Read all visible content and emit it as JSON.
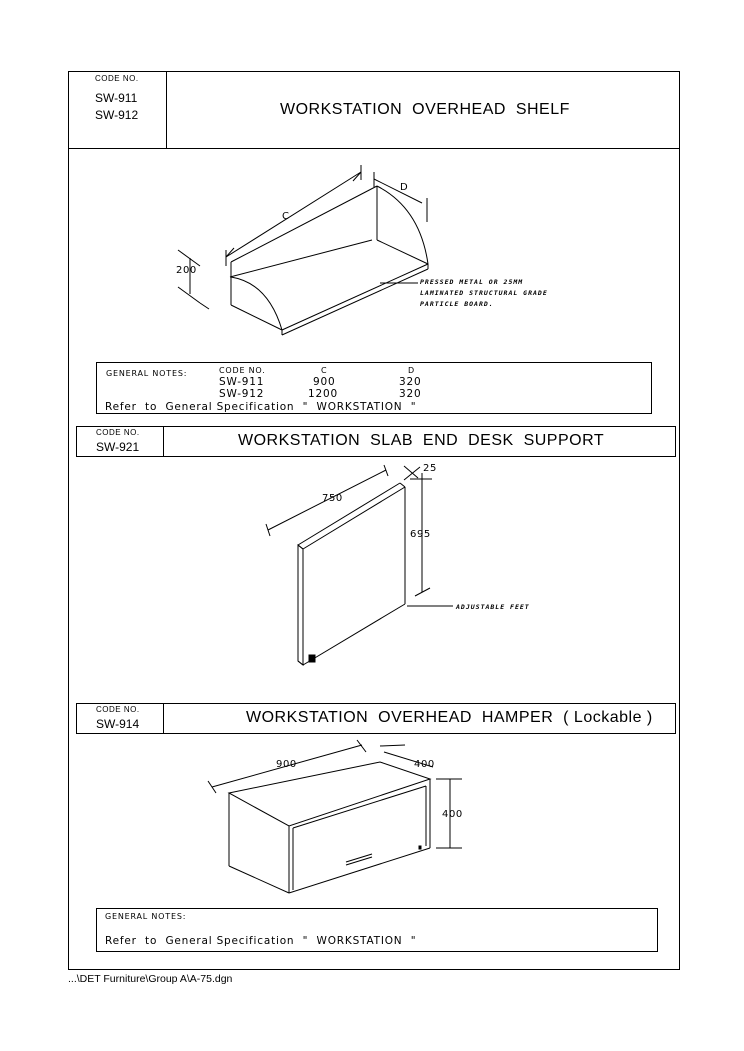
{
  "section1": {
    "code_label": "CODE NO.",
    "codes": [
      "SW-911",
      "SW-912"
    ],
    "title": "WORKSTATION  OVERHEAD  SHELF",
    "dims": {
      "c": "C",
      "d": "D",
      "height": "200"
    },
    "material_note": [
      "PRESSED METAL OR 25MM",
      "LAMINATED STRUCTURAL GRADE",
      "PARTICLE BOARD."
    ],
    "notes_label": "GENERAL NOTES:",
    "table": {
      "headers": [
        "CODE NO.",
        "C",
        "D"
      ],
      "rows": [
        [
          "SW-911",
          "900",
          "320"
        ],
        [
          "SW-912",
          "1200",
          "320"
        ]
      ]
    },
    "refer": "Refer  to  General Specification  \"  WORKSTATION  \""
  },
  "section2": {
    "code_label": "CODE NO.",
    "code": "SW-921",
    "title": "WORKSTATION  SLAB  END  DESK  SUPPORT",
    "dims": {
      "width": "750",
      "height": "695",
      "thick": "25"
    },
    "feet_note": "ADJUSTABLE FEET"
  },
  "section3": {
    "code_label": "CODE NO.",
    "code": "SW-914",
    "title": "WORKSTATION  OVERHEAD  HAMPER  ( Lockable )",
    "dims": {
      "width": "900",
      "depth": "400",
      "height": "400"
    },
    "notes_label": "GENERAL NOTES:",
    "refer": "Refer  to  General Specification  \"  WORKSTATION  \""
  },
  "footer": {
    "path": "...\\DET Furniture\\Group A\\A-75.dgn"
  }
}
